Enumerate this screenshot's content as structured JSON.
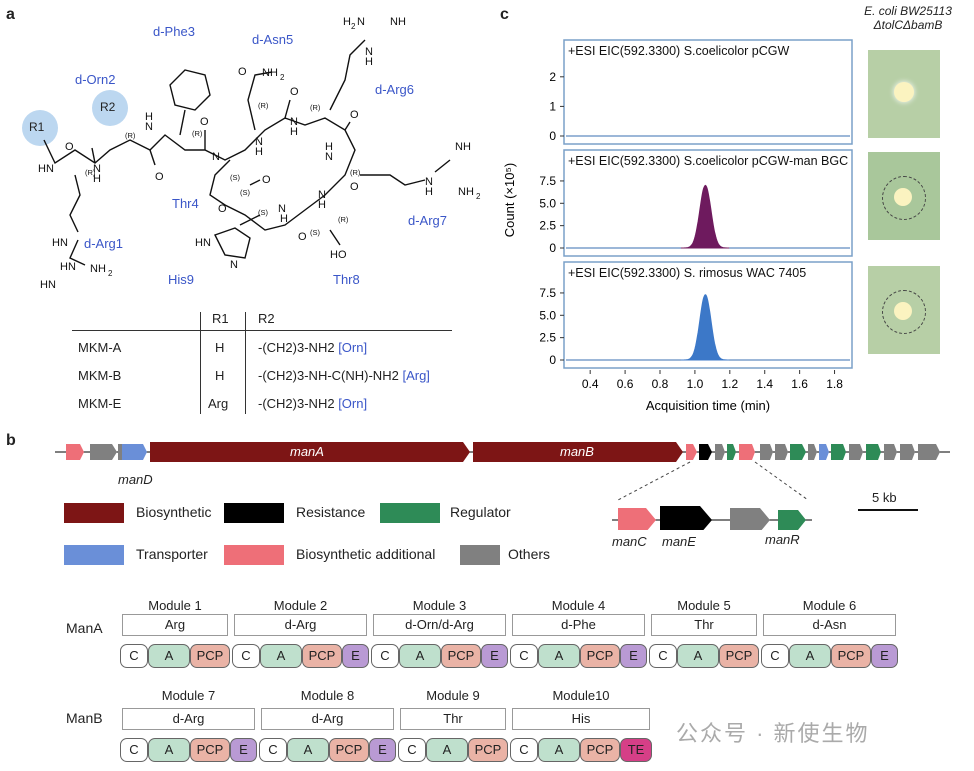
{
  "panels": {
    "a": "a",
    "b": "b",
    "c": "c"
  },
  "structure_labels": {
    "dphe3": "d-Phe3",
    "dasn5": "d-Asn5",
    "dorn2": "d-Orn2",
    "darg6": "d-Arg6",
    "thr4": "Thr4",
    "darg7": "d-Arg7",
    "darg1": "d-Arg1",
    "his9": "His9",
    "thr8": "Thr8",
    "r1": "R1",
    "r2": "R2"
  },
  "table": {
    "headers": [
      "",
      "R1",
      "R2"
    ],
    "rows": [
      {
        "name": "MKM-A",
        "r1": "H",
        "r2": "-(CH2)3-NH2",
        "tag": "[Orn]"
      },
      {
        "name": "MKM-B",
        "r1": "H",
        "r2": "-(CH2)3-NH-C(NH)-NH2",
        "tag": "[Arg]"
      },
      {
        "name": "MKM-E",
        "r1": "Arg",
        "r2": "-(CH2)3-NH2",
        "tag": "[Orn]"
      }
    ]
  },
  "plates_header": {
    "line1": "E. coli BW25113",
    "line2": "ΔtolCΔbamB"
  },
  "chart_data": {
    "type": "line",
    "xlabel": "Acquisition time (min)",
    "ylabel": "Count (×10⁵)",
    "xticks": [
      "0.4",
      "0.6",
      "0.8",
      "1.0",
      "1.2",
      "1.4",
      "1.6",
      "1.8"
    ],
    "xlim": [
      0.25,
      1.9
    ],
    "panels": [
      {
        "title": "+ESI EIC(592.3300) S.coelicolor pCGW",
        "yticks": [
          "0",
          "1",
          "2"
        ],
        "ylim": [
          0,
          2.5
        ],
        "peak": null,
        "color": "#7a1f6e"
      },
      {
        "title": "+ESI EIC(592.3300) S.coelicolor pCGW-man BGC",
        "yticks": [
          "0",
          "2.5",
          "5.0",
          "7.5"
        ],
        "ylim": [
          0,
          8.5
        ],
        "peak": {
          "center": 1.06,
          "height": 7.0,
          "width": 0.035
        },
        "color": "#6e1a5e"
      },
      {
        "title": "+ESI EIC(592.3300) S. rimosus WAC 7405",
        "yticks": [
          "0",
          "2.5",
          "5.0",
          "7.5"
        ],
        "ylim": [
          0,
          8.5
        ],
        "peak": {
          "center": 1.06,
          "height": 7.3,
          "width": 0.035
        },
        "color": "#3c78c8"
      }
    ]
  },
  "gene_cluster": {
    "manA": "manA",
    "manB": "manB",
    "manD": "manD",
    "manC": "manC",
    "manE": "manE",
    "manR": "manR",
    "scale": "5 kb"
  },
  "legend": [
    {
      "label": "Biosynthetic",
      "color": "#7d1515"
    },
    {
      "label": "Resistance",
      "color": "#000000"
    },
    {
      "label": "Regulator",
      "color": "#2e8b57"
    },
    {
      "label": "Transporter",
      "color": "#6a8fd8"
    },
    {
      "label": "Biosynthetic additional",
      "color": "#ee6f78"
    },
    {
      "label": "Others",
      "color": "#808080"
    }
  ],
  "manA": {
    "name": "ManA",
    "modules": [
      {
        "label": "Module 1",
        "substrate": "Arg",
        "domains": [
          "C",
          "A",
          "PCP"
        ]
      },
      {
        "label": "Module 2",
        "substrate": "d-Arg",
        "domains": [
          "C",
          "A",
          "PCP",
          "E"
        ]
      },
      {
        "label": "Module 3",
        "substrate": "d-Orn/d-Arg",
        "domains": [
          "C",
          "A",
          "PCP",
          "E"
        ]
      },
      {
        "label": "Module 4",
        "substrate": "d-Phe",
        "domains": [
          "C",
          "A",
          "PCP",
          "E"
        ]
      },
      {
        "label": "Module 5",
        "substrate": "Thr",
        "domains": [
          "C",
          "A",
          "PCP"
        ]
      },
      {
        "label": "Module 6",
        "substrate": "d-Asn",
        "domains": [
          "C",
          "A",
          "PCP",
          "E"
        ]
      }
    ]
  },
  "manB": {
    "name": "ManB",
    "modules": [
      {
        "label": "Module 7",
        "substrate": "d-Arg",
        "domains": [
          "C",
          "A",
          "PCP",
          "E"
        ]
      },
      {
        "label": "Module 8",
        "substrate": "d-Arg",
        "domains": [
          "C",
          "A",
          "PCP",
          "E"
        ]
      },
      {
        "label": "Module 9",
        "substrate": "Thr",
        "domains": [
          "C",
          "A",
          "PCP"
        ]
      },
      {
        "label": "Module10",
        "substrate": "His",
        "domains": [
          "C",
          "A",
          "PCP",
          "TE"
        ]
      }
    ]
  },
  "watermark": "公众号 · 新使生物"
}
